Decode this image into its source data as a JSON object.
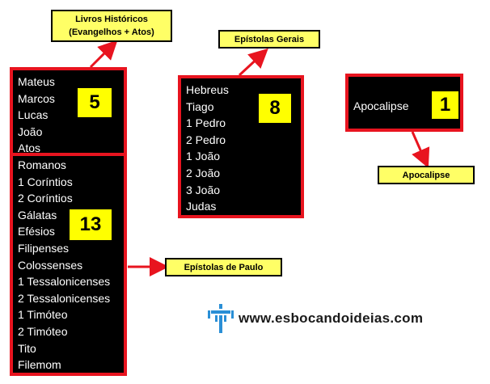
{
  "groups": [
    {
      "id": "historicos",
      "label": "Livros Históricos\n(Evangelhos + Atos)",
      "count": "5",
      "items": [
        "Mateus",
        "Marcos",
        "Lucas",
        "João",
        "Atos"
      ]
    },
    {
      "id": "paulo",
      "label": "Epístolas de Paulo",
      "count": "13",
      "items": [
        "Romanos",
        "1 Coríntios",
        "2 Coríntios",
        "Gálatas",
        "Efésios",
        "Filipenses",
        "Colossenses",
        "1 Tessalonicenses",
        "2 Tessalonicenses",
        "1 Timóteo",
        "2 Timóteo",
        "Tito",
        "Filemom"
      ]
    },
    {
      "id": "gerais",
      "label": "Epístolas Gerais",
      "count": "8",
      "items": [
        "Hebreus",
        "Tiago",
        "1 Pedro",
        "2 Pedro",
        "1 João",
        "2 João",
        "3 João",
        "Judas"
      ]
    },
    {
      "id": "apocalipse",
      "label": "Apocalipse",
      "count": "1",
      "items": [
        "Apocalipse"
      ]
    }
  ],
  "website": {
    "url": "www.esbocandoideias.com",
    "icon": "esbocando-ideias-logo-icon"
  },
  "colors": {
    "box_border": "#e8141f",
    "box_fill": "#000000",
    "count_fill": "#ffff00",
    "label_fill": "#ffff66",
    "arrow": "#e8141f"
  }
}
